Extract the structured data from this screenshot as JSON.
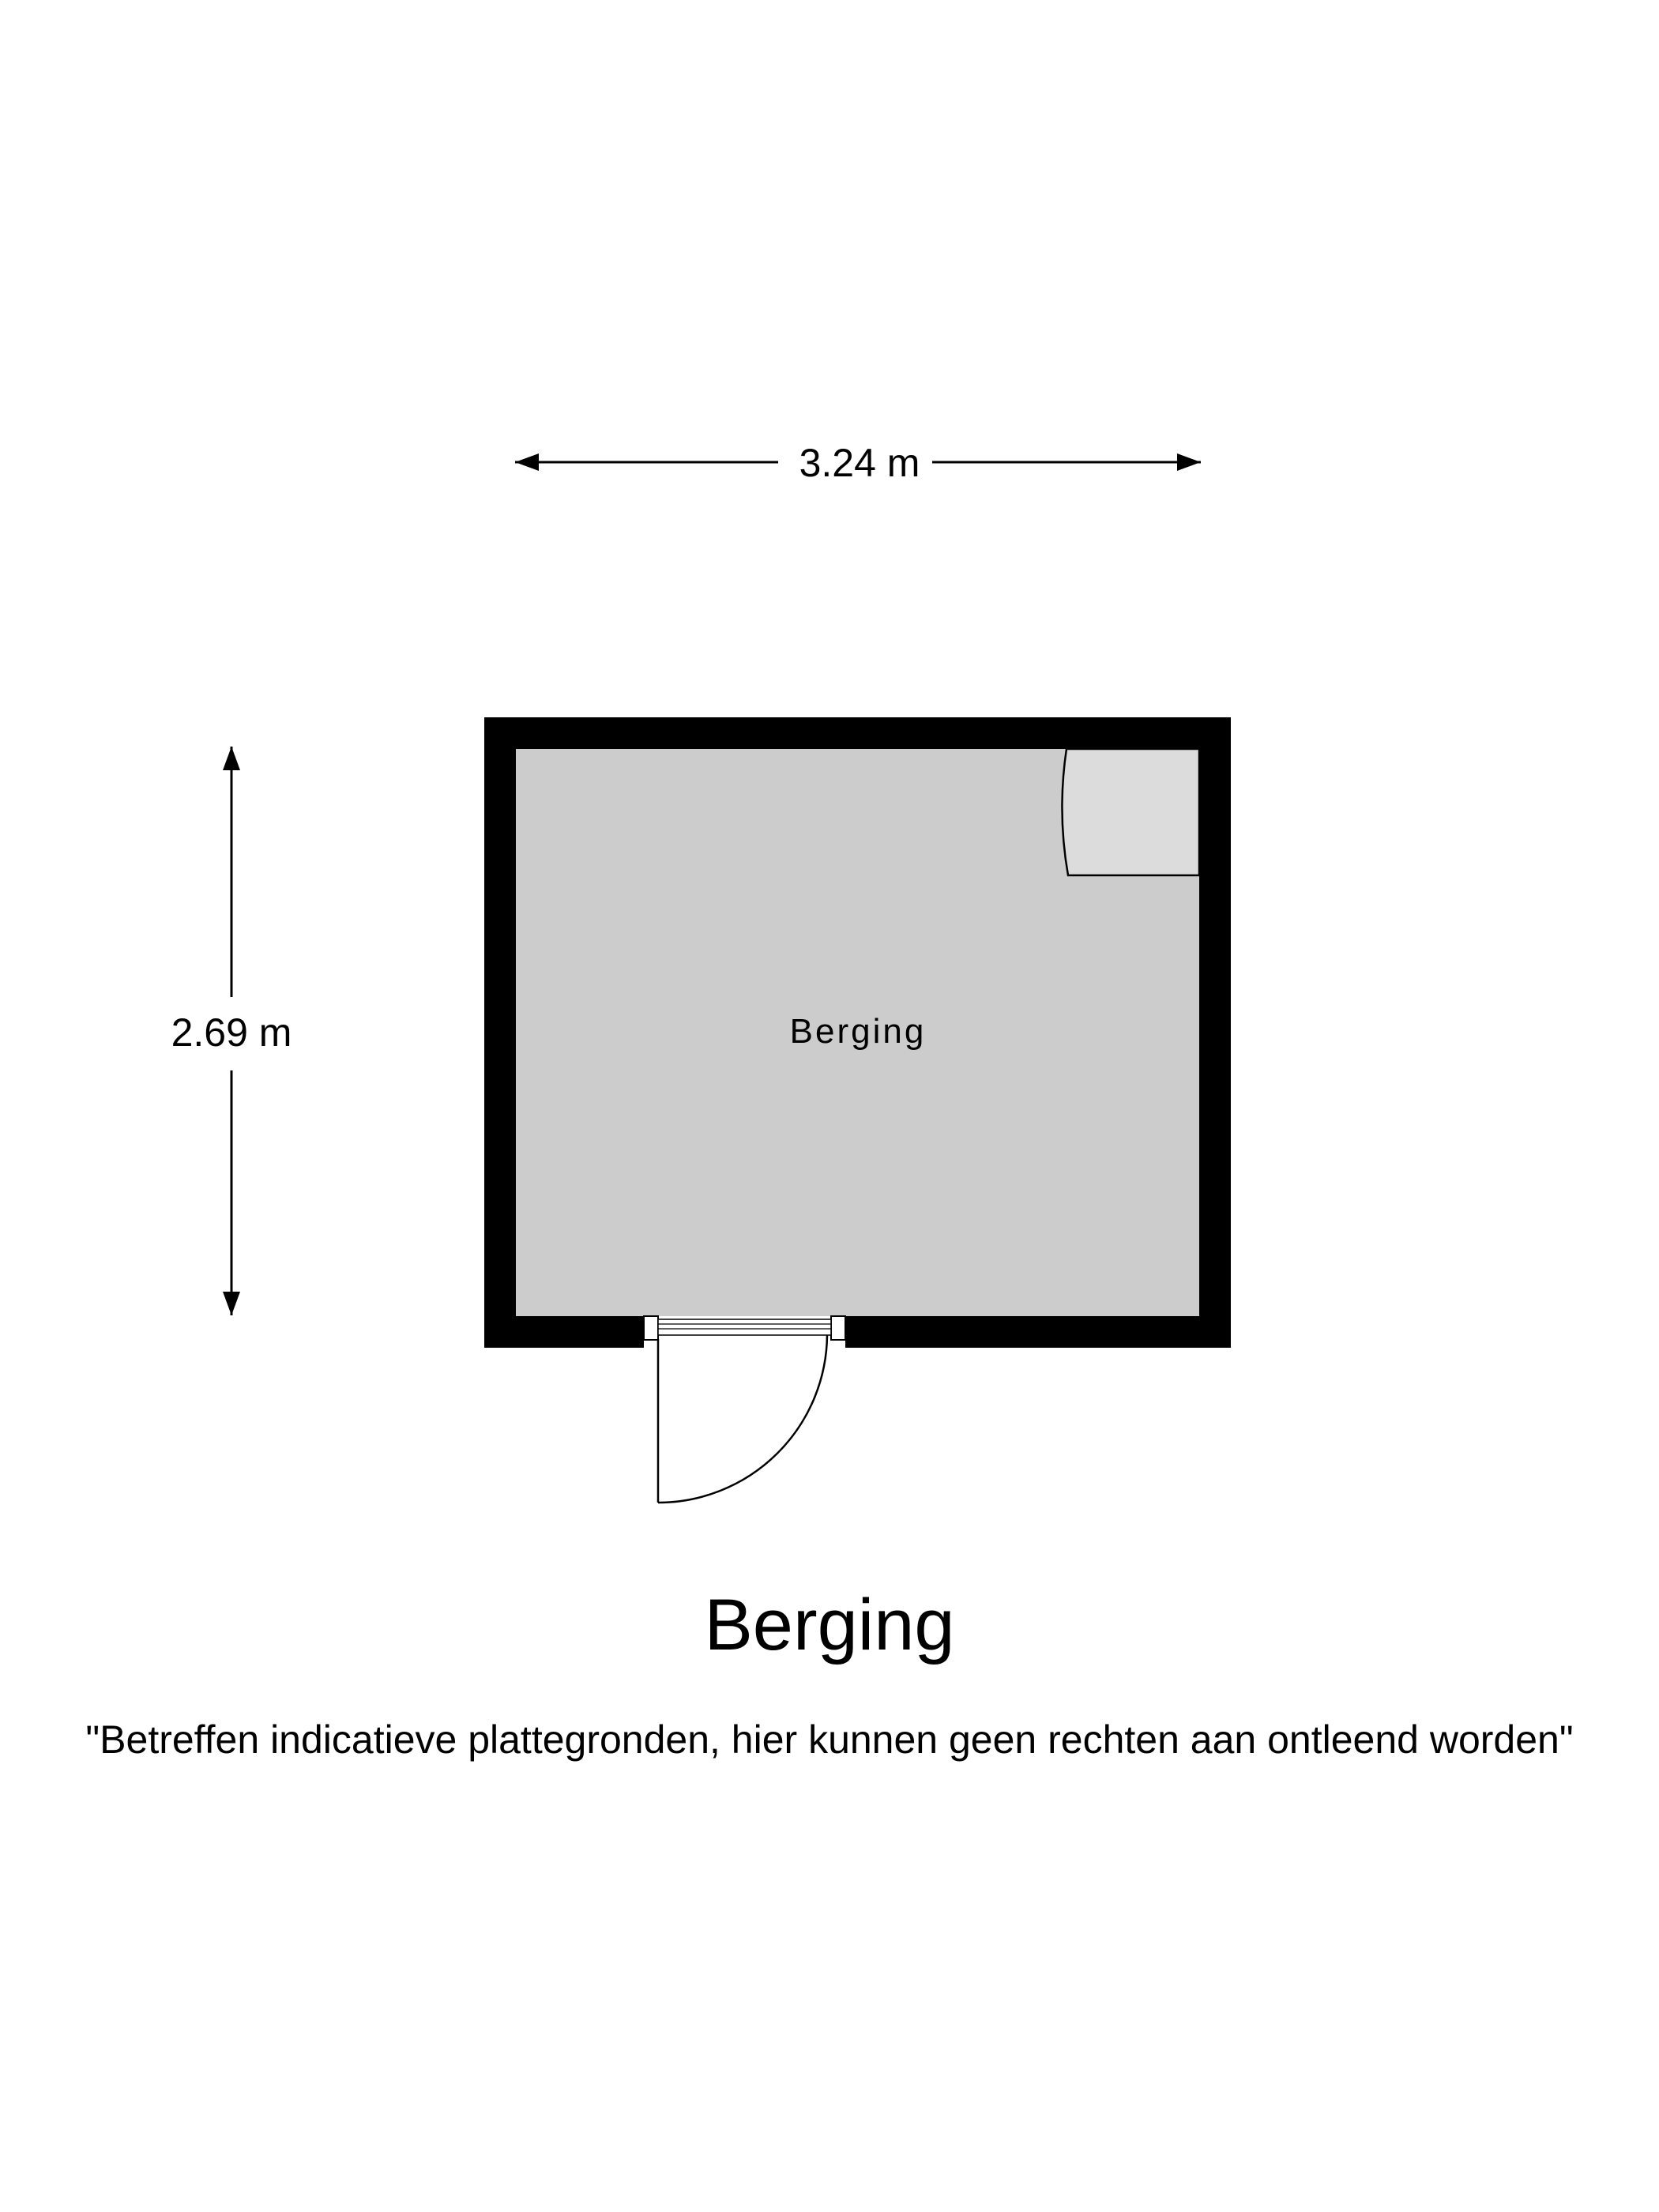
{
  "dimensions": {
    "width": "3.24 m",
    "height": "2.69 m"
  },
  "room": {
    "label": "Berging"
  },
  "floor": {
    "title": "Berging"
  },
  "disclaimer": "\"Betreffen indicatieve plattegronden, hier kunnen geen rechten aan ontleend worden\"",
  "colors": {
    "wall": "#000000",
    "floor": "#cccccc",
    "fixture": "#dcdcdc",
    "background": "#ffffff"
  }
}
